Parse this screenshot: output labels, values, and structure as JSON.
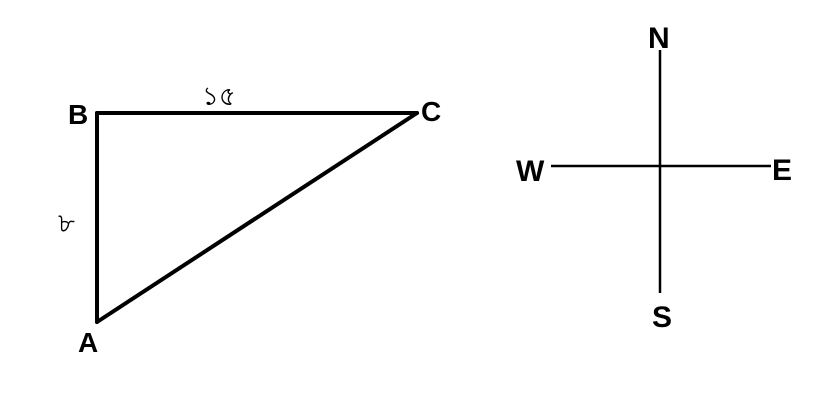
{
  "triangle": {
    "vertices": {
      "a": "A",
      "b": "B",
      "c": "C"
    },
    "sides": {
      "bc": "১৫",
      "ab": "৮"
    }
  },
  "compass": {
    "north": "N",
    "south": "S",
    "east": "E",
    "west": "W"
  }
}
